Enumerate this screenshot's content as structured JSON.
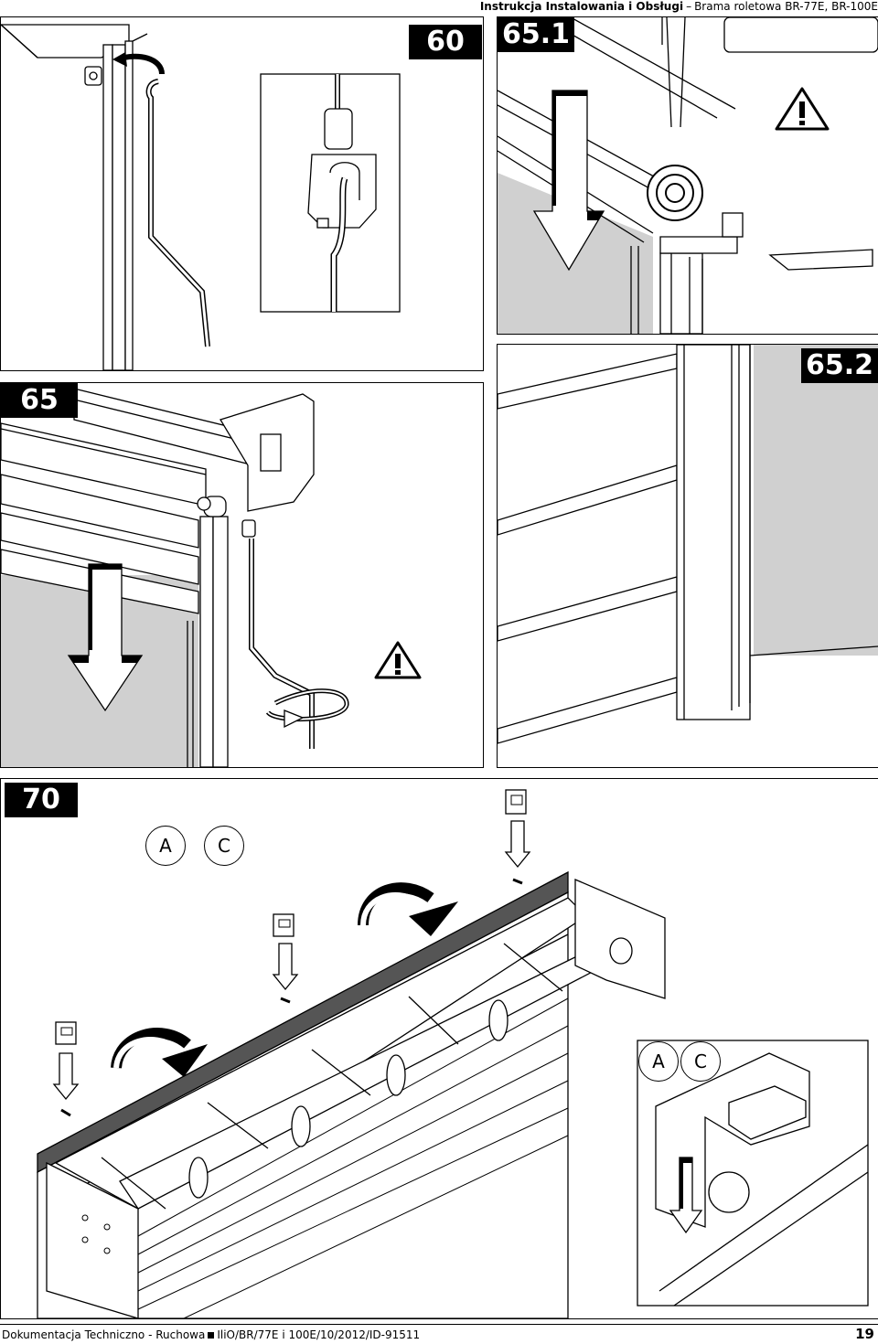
{
  "header": {
    "title": "Instrukcja Instalowania i Obsługi",
    "separator": "–",
    "subtitle": "Brama roletowa BR-77E, BR-100E"
  },
  "steps": {
    "s60": "60",
    "s65_1": "65.1",
    "s65": "65",
    "s65_2": "65.2",
    "s70": "70"
  },
  "callouts": {
    "a": "A",
    "c": "C",
    "inset_a": "A",
    "inset_c": "C"
  },
  "footer": {
    "left_part1": "Dokumentacja Techniczno - Ruchowa",
    "left_part2": "IliO/BR/77E i 100E/10/2012/ID-91511",
    "page_number": "19"
  },
  "icons": [
    "warning-icon",
    "down-arrow-icon",
    "rotate-arrow-icon",
    "curved-arrow-icon",
    "clip-icon",
    "screw-icon"
  ],
  "colors": {
    "ink": "#000000",
    "wall_gray": "#d0d0d0",
    "paper": "#ffffff"
  }
}
